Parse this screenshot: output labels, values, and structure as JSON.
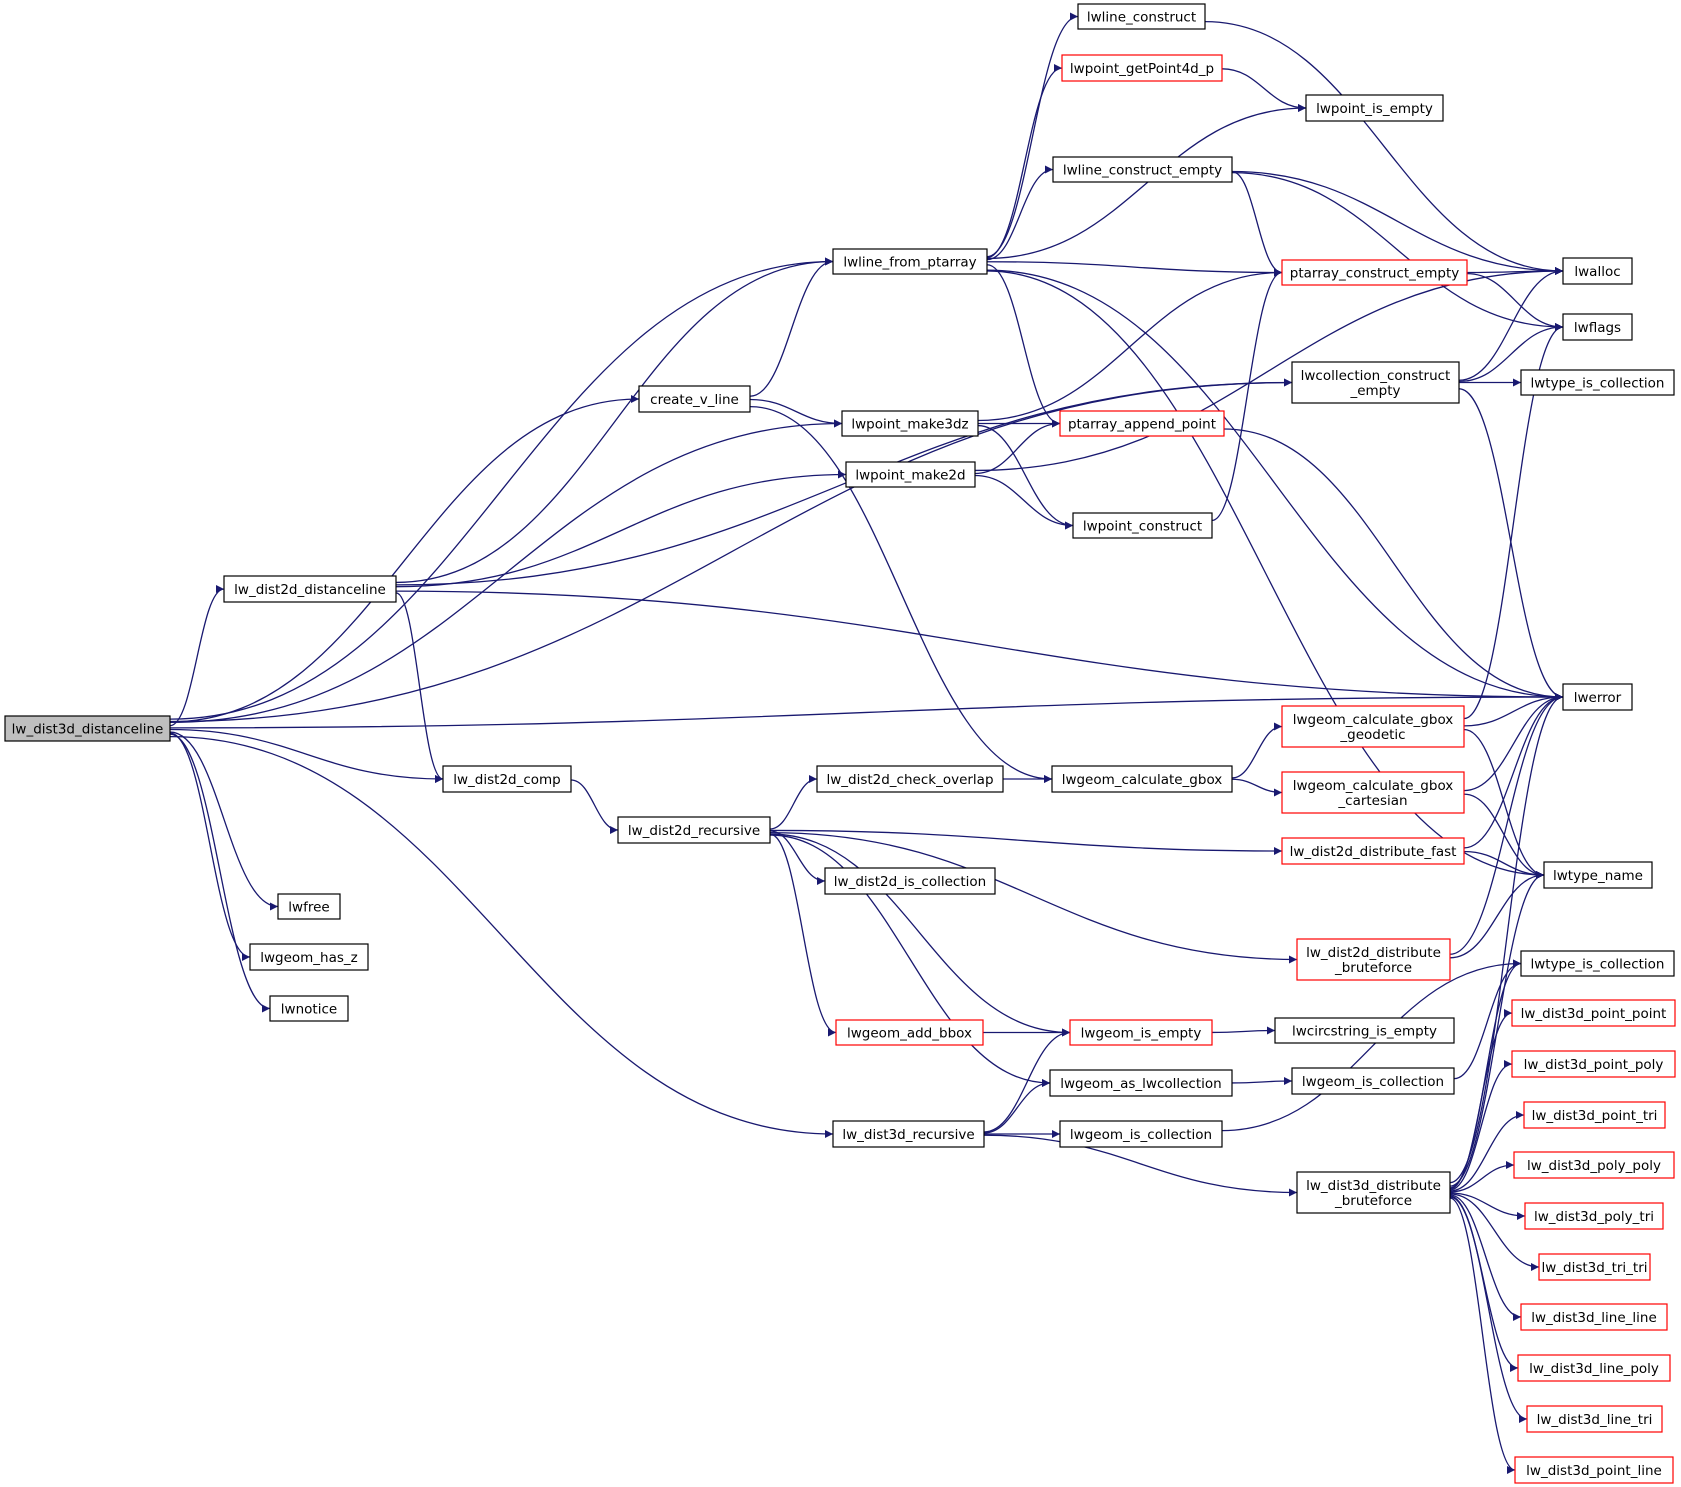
{
  "nodes": [
    {
      "id": "lw_dist3d_distanceline",
      "lines": [
        "lw_dist3d_distanceline"
      ],
      "style": "root"
    },
    {
      "id": "lw_dist2d_distanceline",
      "lines": [
        "lw_dist2d_distanceline"
      ],
      "style": "black"
    },
    {
      "id": "lwline_from_ptarray",
      "lines": [
        "lwline_from_ptarray"
      ],
      "style": "black"
    },
    {
      "id": "create_v_line",
      "lines": [
        "create_v_line"
      ],
      "style": "black"
    },
    {
      "id": "lwpoint_make3dz",
      "lines": [
        "lwpoint_make3dz"
      ],
      "style": "black"
    },
    {
      "id": "lwpoint_make2d",
      "lines": [
        "lwpoint_make2d"
      ],
      "style": "black"
    },
    {
      "id": "lwline_construct",
      "lines": [
        "lwline_construct"
      ],
      "style": "black"
    },
    {
      "id": "lwpoint_getPoint4d_p",
      "lines": [
        "lwpoint_getPoint4d_p"
      ],
      "style": "red"
    },
    {
      "id": "lwpoint_is_empty",
      "lines": [
        "lwpoint_is_empty"
      ],
      "style": "black"
    },
    {
      "id": "lwline_construct_empty",
      "lines": [
        "lwline_construct_empty"
      ],
      "style": "black"
    },
    {
      "id": "ptarray_construct_empty",
      "lines": [
        "ptarray_construct_empty"
      ],
      "style": "red"
    },
    {
      "id": "ptarray_append_point",
      "lines": [
        "ptarray_append_point"
      ],
      "style": "red"
    },
    {
      "id": "lwpoint_construct",
      "lines": [
        "lwpoint_construct"
      ],
      "style": "black"
    },
    {
      "id": "lwalloc",
      "lines": [
        "lwalloc"
      ],
      "style": "black"
    },
    {
      "id": "lwflags",
      "lines": [
        "lwflags"
      ],
      "style": "black"
    },
    {
      "id": "lwcollection_construct_empty",
      "lines": [
        "lwcollection_construct",
        "_empty"
      ],
      "style": "black"
    },
    {
      "id": "lwtype_is_collection_top",
      "lines": [
        "lwtype_is_collection"
      ],
      "style": "black"
    },
    {
      "id": "lwerror",
      "lines": [
        "lwerror"
      ],
      "style": "black"
    },
    {
      "id": "lw_dist2d_comp",
      "lines": [
        "lw_dist2d_comp"
      ],
      "style": "black"
    },
    {
      "id": "lw_dist2d_recursive",
      "lines": [
        "lw_dist2d_recursive"
      ],
      "style": "black"
    },
    {
      "id": "lw_dist2d_check_overlap",
      "lines": [
        "lw_dist2d_check_overlap"
      ],
      "style": "black"
    },
    {
      "id": "lwgeom_calculate_gbox",
      "lines": [
        "lwgeom_calculate_gbox"
      ],
      "style": "black"
    },
    {
      "id": "lwgeom_calculate_gbox_geodetic",
      "lines": [
        "lwgeom_calculate_gbox",
        "_geodetic"
      ],
      "style": "red"
    },
    {
      "id": "lwgeom_calculate_gbox_cartesian",
      "lines": [
        "lwgeom_calculate_gbox",
        "_cartesian"
      ],
      "style": "red"
    },
    {
      "id": "lw_dist2d_distribute_fast",
      "lines": [
        "lw_dist2d_distribute_fast"
      ],
      "style": "red"
    },
    {
      "id": "lwtype_name",
      "lines": [
        "lwtype_name"
      ],
      "style": "black"
    },
    {
      "id": "lw_dist2d_is_collection",
      "lines": [
        "lw_dist2d_is_collection"
      ],
      "style": "black"
    },
    {
      "id": "lw_dist2d_distribute_bruteforce",
      "lines": [
        "lw_dist2d_distribute",
        "_bruteforce"
      ],
      "style": "red"
    },
    {
      "id": "lwfree",
      "lines": [
        "lwfree"
      ],
      "style": "black"
    },
    {
      "id": "lwgeom_has_z",
      "lines": [
        "lwgeom_has_z"
      ],
      "style": "black"
    },
    {
      "id": "lwnotice",
      "lines": [
        "lwnotice"
      ],
      "style": "black"
    },
    {
      "id": "lwgeom_add_bbox",
      "lines": [
        "lwgeom_add_bbox"
      ],
      "style": "red"
    },
    {
      "id": "lwgeom_is_empty",
      "lines": [
        "lwgeom_is_empty"
      ],
      "style": "red"
    },
    {
      "id": "lwcircstring_is_empty",
      "lines": [
        "lwcircstring_is_empty"
      ],
      "style": "black"
    },
    {
      "id": "lwgeom_as_lwcollection",
      "lines": [
        "lwgeom_as_lwcollection"
      ],
      "style": "black"
    },
    {
      "id": "lwgeom_is_collection_mid",
      "lines": [
        "lwgeom_is_collection"
      ],
      "style": "black"
    },
    {
      "id": "lw_dist3d_recursive",
      "lines": [
        "lw_dist3d_recursive"
      ],
      "style": "black"
    },
    {
      "id": "lwgeom_is_collection_low",
      "lines": [
        "lwgeom_is_collection"
      ],
      "style": "black"
    },
    {
      "id": "lw_dist3d_distribute_bruteforce",
      "lines": [
        "lw_dist3d_distribute",
        "_bruteforce"
      ],
      "style": "black"
    },
    {
      "id": "lwtype_is_collection_bottom",
      "lines": [
        "lwtype_is_collection"
      ],
      "style": "black"
    },
    {
      "id": "lw_dist3d_point_point",
      "lines": [
        "lw_dist3d_point_point"
      ],
      "style": "red"
    },
    {
      "id": "lw_dist3d_point_poly",
      "lines": [
        "lw_dist3d_point_poly"
      ],
      "style": "red"
    },
    {
      "id": "lw_dist3d_point_tri",
      "lines": [
        "lw_dist3d_point_tri"
      ],
      "style": "red"
    },
    {
      "id": "lw_dist3d_poly_poly",
      "lines": [
        "lw_dist3d_poly_poly"
      ],
      "style": "red"
    },
    {
      "id": "lw_dist3d_poly_tri",
      "lines": [
        "lw_dist3d_poly_tri"
      ],
      "style": "red"
    },
    {
      "id": "lw_dist3d_tri_tri",
      "lines": [
        "lw_dist3d_tri_tri"
      ],
      "style": "red"
    },
    {
      "id": "lw_dist3d_line_line",
      "lines": [
        "lw_dist3d_line_line"
      ],
      "style": "red"
    },
    {
      "id": "lw_dist3d_line_poly",
      "lines": [
        "lw_dist3d_line_poly"
      ],
      "style": "red"
    },
    {
      "id": "lw_dist3d_line_tri",
      "lines": [
        "lw_dist3d_line_tri"
      ],
      "style": "red"
    },
    {
      "id": "lw_dist3d_point_line",
      "lines": [
        "lw_dist3d_point_line"
      ],
      "style": "red"
    }
  ],
  "edges": [
    [
      "lw_dist3d_distanceline",
      "lwline_from_ptarray"
    ],
    [
      "lw_dist3d_distanceline",
      "create_v_line"
    ],
    [
      "lw_dist3d_distanceline",
      "lwpoint_make3dz"
    ],
    [
      "lw_dist3d_distanceline",
      "lw_dist2d_distanceline"
    ],
    [
      "lw_dist3d_distanceline",
      "lwcollection_construct_empty"
    ],
    [
      "lw_dist3d_distanceline",
      "lwerror"
    ],
    [
      "lw_dist3d_distanceline",
      "lw_dist2d_comp"
    ],
    [
      "lw_dist3d_distanceline",
      "lw_dist3d_recursive"
    ],
    [
      "lw_dist3d_distanceline",
      "lwfree"
    ],
    [
      "lw_dist3d_distanceline",
      "lwgeom_has_z"
    ],
    [
      "lw_dist3d_distanceline",
      "lwnotice"
    ],
    [
      "lw_dist2d_distanceline",
      "lwline_from_ptarray"
    ],
    [
      "lw_dist2d_distanceline",
      "lwpoint_make2d"
    ],
    [
      "lw_dist2d_distanceline",
      "lwcollection_construct_empty"
    ],
    [
      "lw_dist2d_distanceline",
      "lwerror"
    ],
    [
      "lw_dist2d_distanceline",
      "lw_dist2d_comp"
    ],
    [
      "create_v_line",
      "lwline_from_ptarray"
    ],
    [
      "create_v_line",
      "lwpoint_make3dz"
    ],
    [
      "create_v_line",
      "lwgeom_calculate_gbox"
    ],
    [
      "lwline_from_ptarray",
      "lwline_construct"
    ],
    [
      "lwline_from_ptarray",
      "lwpoint_getPoint4d_p"
    ],
    [
      "lwline_from_ptarray",
      "lwpoint_is_empty"
    ],
    [
      "lwline_from_ptarray",
      "lwline_construct_empty"
    ],
    [
      "lwline_from_ptarray",
      "ptarray_construct_empty"
    ],
    [
      "lwline_from_ptarray",
      "ptarray_append_point"
    ],
    [
      "lwline_from_ptarray",
      "lwerror"
    ],
    [
      "lwline_from_ptarray",
      "lwtype_name"
    ],
    [
      "lwpoint_getPoint4d_p",
      "lwpoint_is_empty"
    ],
    [
      "lwline_construct",
      "lwalloc"
    ],
    [
      "lwline_construct_empty",
      "lwalloc"
    ],
    [
      "lwline_construct_empty",
      "ptarray_construct_empty"
    ],
    [
      "lwline_construct_empty",
      "lwflags"
    ],
    [
      "ptarray_construct_empty",
      "lwalloc"
    ],
    [
      "ptarray_construct_empty",
      "lwflags"
    ],
    [
      "lwpoint_make3dz",
      "ptarray_construct_empty"
    ],
    [
      "lwpoint_make3dz",
      "ptarray_append_point"
    ],
    [
      "lwpoint_make3dz",
      "lwpoint_construct"
    ],
    [
      "lwpoint_make2d",
      "ptarray_append_point"
    ],
    [
      "lwpoint_make2d",
      "lwpoint_construct"
    ],
    [
      "lwpoint_make2d",
      "lwalloc"
    ],
    [
      "lwpoint_construct",
      "ptarray_construct_empty"
    ],
    [
      "ptarray_append_point",
      "lwerror"
    ],
    [
      "lwcollection_construct_empty",
      "lwalloc"
    ],
    [
      "lwcollection_construct_empty",
      "lwflags"
    ],
    [
      "lwcollection_construct_empty",
      "lwtype_is_collection_top"
    ],
    [
      "lwcollection_construct_empty",
      "lwerror"
    ],
    [
      "lw_dist2d_comp",
      "lw_dist2d_recursive"
    ],
    [
      "lw_dist2d_recursive",
      "lw_dist2d_check_overlap"
    ],
    [
      "lw_dist2d_recursive",
      "lw_dist2d_distribute_fast"
    ],
    [
      "lw_dist2d_recursive",
      "lw_dist2d_is_collection"
    ],
    [
      "lw_dist2d_recursive",
      "lw_dist2d_distribute_bruteforce"
    ],
    [
      "lw_dist2d_recursive",
      "lwgeom_is_empty"
    ],
    [
      "lw_dist2d_recursive",
      "lwgeom_add_bbox"
    ],
    [
      "lw_dist2d_recursive",
      "lwgeom_as_lwcollection"
    ],
    [
      "lw_dist2d_check_overlap",
      "lwgeom_calculate_gbox"
    ],
    [
      "lwgeom_calculate_gbox",
      "lwgeom_calculate_gbox_geodetic"
    ],
    [
      "lwgeom_calculate_gbox",
      "lwgeom_calculate_gbox_cartesian"
    ],
    [
      "lwgeom_calculate_gbox_geodetic",
      "lwerror"
    ],
    [
      "lwgeom_calculate_gbox_geodetic",
      "lwflags"
    ],
    [
      "lwgeom_calculate_gbox_geodetic",
      "lwtype_name"
    ],
    [
      "lwgeom_calculate_gbox_cartesian",
      "lwerror"
    ],
    [
      "lwgeom_calculate_gbox_cartesian",
      "lwtype_name"
    ],
    [
      "lw_dist2d_distribute_fast",
      "lwerror"
    ],
    [
      "lw_dist2d_distribute_fast",
      "lwtype_name"
    ],
    [
      "lw_dist2d_distribute_bruteforce",
      "lwerror"
    ],
    [
      "lw_dist2d_distribute_bruteforce",
      "lwtype_name"
    ],
    [
      "lwgeom_add_bbox",
      "lwgeom_is_empty"
    ],
    [
      "lwgeom_is_empty",
      "lwcircstring_is_empty"
    ],
    [
      "lwgeom_as_lwcollection",
      "lwgeom_is_collection_mid"
    ],
    [
      "lwgeom_is_collection_mid",
      "lwtype_is_collection_bottom"
    ],
    [
      "lw_dist3d_recursive",
      "lwgeom_is_empty"
    ],
    [
      "lw_dist3d_recursive",
      "lwgeom_as_lwcollection"
    ],
    [
      "lw_dist3d_recursive",
      "lwgeom_is_collection_low"
    ],
    [
      "lw_dist3d_recursive",
      "lw_dist3d_distribute_bruteforce"
    ],
    [
      "lwgeom_is_collection_low",
      "lwtype_is_collection_bottom"
    ],
    [
      "lw_dist3d_distribute_bruteforce",
      "lwerror"
    ],
    [
      "lw_dist3d_distribute_bruteforce",
      "lwtype_name"
    ],
    [
      "lw_dist3d_distribute_bruteforce",
      "lwtype_is_collection_bottom"
    ],
    [
      "lw_dist3d_distribute_bruteforce",
      "lw_dist3d_point_point"
    ],
    [
      "lw_dist3d_distribute_bruteforce",
      "lw_dist3d_point_poly"
    ],
    [
      "lw_dist3d_distribute_bruteforce",
      "lw_dist3d_point_tri"
    ],
    [
      "lw_dist3d_distribute_bruteforce",
      "lw_dist3d_poly_poly"
    ],
    [
      "lw_dist3d_distribute_bruteforce",
      "lw_dist3d_poly_tri"
    ],
    [
      "lw_dist3d_distribute_bruteforce",
      "lw_dist3d_tri_tri"
    ],
    [
      "lw_dist3d_distribute_bruteforce",
      "lw_dist3d_line_line"
    ],
    [
      "lw_dist3d_distribute_bruteforce",
      "lw_dist3d_line_poly"
    ],
    [
      "lw_dist3d_distribute_bruteforce",
      "lw_dist3d_line_tri"
    ],
    [
      "lw_dist3d_distribute_bruteforce",
      "lw_dist3d_point_line"
    ]
  ],
  "colors": {
    "edge": "#191970",
    "node_border": "#000000",
    "node_border_red": "#ff0000",
    "root_fill": "#bfbfbf"
  },
  "icons": {
    "arrowhead": "filled-triangle-arrow"
  }
}
